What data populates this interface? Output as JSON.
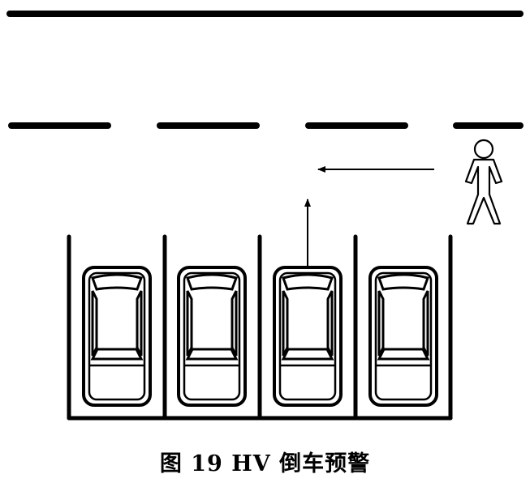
{
  "caption": "图 19 HV 倒车预警",
  "colors": {
    "ink": "#000000",
    "background": "#ffffff"
  },
  "parking_spaces": 4,
  "reversing_vehicle_index": 2,
  "icons": [
    "pedestrian-icon",
    "car-icon",
    "arrow-icon"
  ]
}
